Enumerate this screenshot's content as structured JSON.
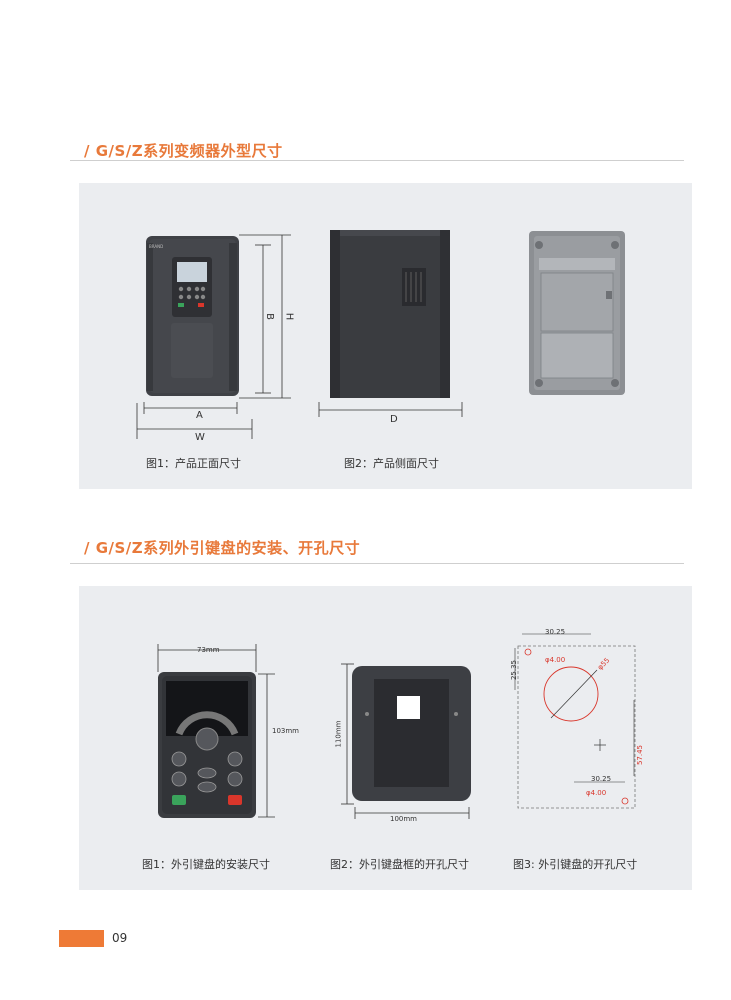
{
  "section1": {
    "title": "/ G/S/Z系列变频器外型尺寸",
    "labels": {
      "A": "A",
      "W": "W",
      "B": "B",
      "H": "H",
      "D": "D"
    },
    "captions": [
      "图1：产品正面尺寸",
      "图2：产品侧面尺寸"
    ]
  },
  "section2": {
    "title": "/ G/S/Z系列外引键盘的安装、开孔尺寸",
    "keypad_dims": {
      "width": "73mm",
      "height": "103mm"
    },
    "frame_dims": {
      "height": "110mm",
      "width": "100mm"
    },
    "cutout_dims": {
      "top_w": "30.25",
      "left_h": "25.35",
      "hole_top": "φ4.00",
      "circle": "φ55",
      "right_h": "57.45",
      "bottom_w": "30.25",
      "hole_bottom": "φ4.00"
    },
    "captions": [
      "图1：外引键盘的安装尺寸",
      "图2：外引键盘框的开孔尺寸",
      "图3: 外引键盘的开孔尺寸"
    ]
  },
  "footer": {
    "page_number": "09"
  },
  "colors": {
    "accent": "#ee7a36",
    "panel": "#ebedf0",
    "device": "#3d3f44",
    "red_dim": "#d9362b"
  }
}
